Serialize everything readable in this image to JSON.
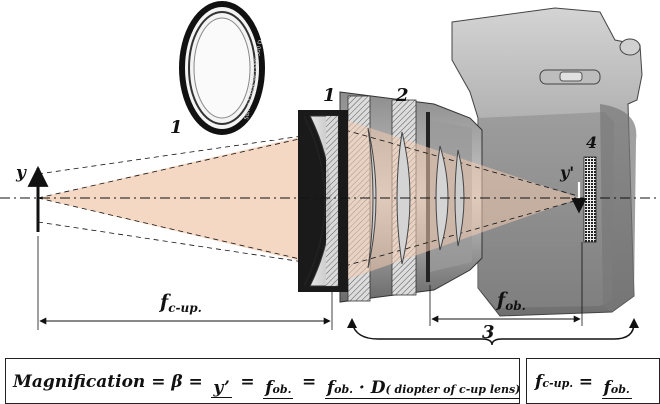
{
  "labels": {
    "inset_lens_number": "1",
    "lens_1": "1",
    "lens_2": "2",
    "sensor_4": "4",
    "object_y": "y",
    "image_y": "y'",
    "dimension_3": "3"
  },
  "dimensions": {
    "f_cup_base": "f",
    "f_cup_sub": "c-up.",
    "f_ob_base": "f",
    "f_ob_sub": "ob."
  },
  "inset": {
    "ring_text": "58mm CLOSE-UP LENS 500 D"
  },
  "formula_magnification": {
    "lead": "Magnification = β =",
    "frac1_num": "y’",
    "frac2_num_base": "f",
    "frac2_num_sub": "ob.",
    "frac3_num_base": "f",
    "frac3_num_sub": "ob.",
    "frac3_num_mid": " · D",
    "frac3_num_paren": "( diopter of c-up lens)"
  },
  "formula_fcup": {
    "lhs_base": "f",
    "lhs_sub": "c-up.",
    "eq": "=",
    "num_base": "f",
    "num_sub": "ob."
  },
  "colors": {
    "ray_fill": "#f2cbb0",
    "camera_body": "#a8a8a8",
    "lens_barrel": "#9c9c9c",
    "line": "#111111"
  }
}
